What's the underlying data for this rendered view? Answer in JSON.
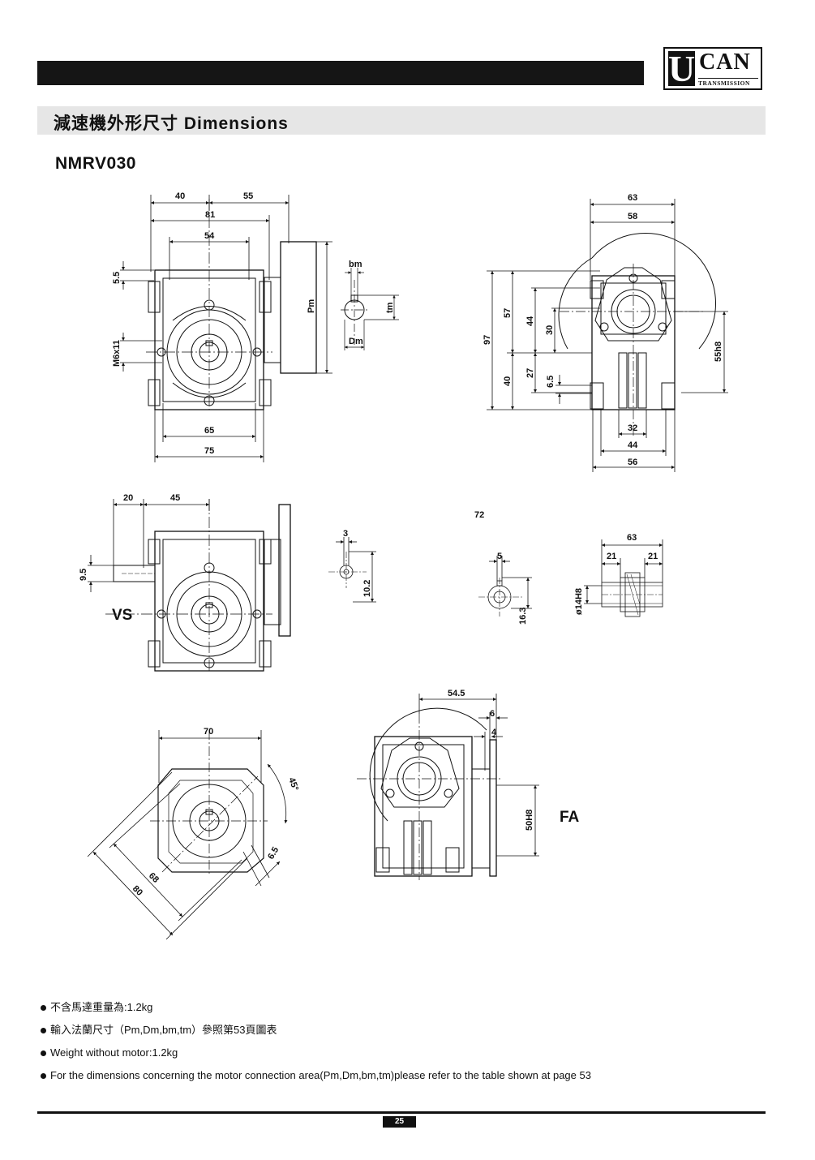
{
  "brand": {
    "letter": "U",
    "name": "CAN",
    "tagline": "TRANSMISSION"
  },
  "section_title": "減速機外形尺寸 Dimensions",
  "model": "NMRV030",
  "dimensions": {
    "front": {
      "d40": "40",
      "d55": "55",
      "d81": "81",
      "d54": "54",
      "d55b": "5.5",
      "m6x11": "M6x11",
      "pm": "Pm",
      "d65": "65",
      "d75": "75"
    },
    "key": {
      "bm": "bm",
      "tm": "tm",
      "dm": "Dm"
    },
    "side": {
      "d63": "63",
      "d58": "58",
      "d97": "97",
      "d57": "57",
      "d44": "44",
      "d30": "30",
      "d40": "40",
      "d27": "27",
      "d65": "6.5",
      "d55h8": "55h8",
      "d32": "32",
      "d44b": "44",
      "d56": "56"
    },
    "vs": {
      "d20": "20",
      "d45": "45",
      "d95": "9.5",
      "label": "VS",
      "d3": "3",
      "d102": "10.2",
      "d72": "72",
      "d5": "5",
      "d163": "16.3",
      "d63": "63",
      "d21a": "21",
      "d21b": "21",
      "d14h8": "ø14H8"
    },
    "flange": {
      "d70": "70",
      "d45deg": "45°",
      "d68": "68",
      "d80": "80",
      "d65": "6.5"
    },
    "fa": {
      "d545": "54.5",
      "d6": "6",
      "d4": "4",
      "d50h8": "50H8",
      "label": "FA"
    }
  },
  "notes": [
    "不含馬達重量為:1.2kg",
    "輸入法蘭尺寸（Pm,Dm,bm,tm）參照第53頁圖表",
    "Weight without motor:1.2kg",
    "For the dimensions concerning the motor connection area(Pm,Dm,bm,tm)please refer to the table shown at page 53"
  ],
  "page_number": "25"
}
